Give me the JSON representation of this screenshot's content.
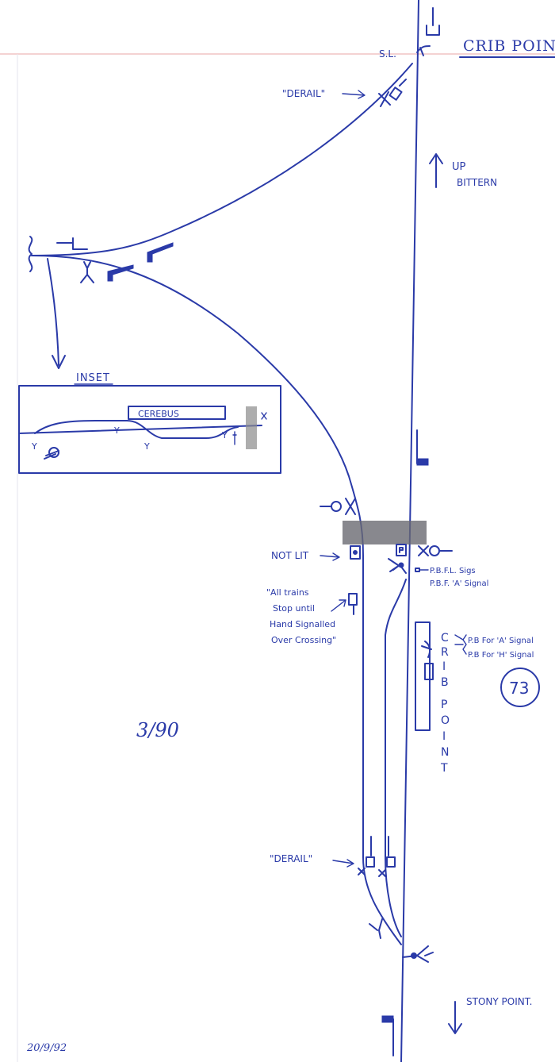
{
  "colors": {
    "ink": "#2a3aa8",
    "paper": "#ffffff",
    "rule": "#e9a4a4",
    "hatch": "#8a8a8a"
  },
  "labels": {
    "station_heading": "CRIB POIN",
    "sl": "S.L.",
    "derail_top": "\"DERAIL\"",
    "derail_bottom": "\"DERAIL\"",
    "up_direction": "UP",
    "up_destination": "BITTERN",
    "inset_title": "INSET",
    "cerebus": "CEREBUS",
    "not_lit": "NOT LIT",
    "pbfl_sigs": "P.B.F.L. Sigs",
    "pbf_a_signal": "P.B.F. 'A' Signal",
    "all_trains_1": "\"All trains",
    "all_trains_2": "Stop until",
    "all_trains_3": "Hand Signalled",
    "all_trains_4": "Over Crossing\"",
    "pb_a_signal": "P.B For 'A' Signal",
    "pb_h_signal": "P.B For 'H' Signal",
    "platform_letters": [
      "C",
      "R",
      "I",
      "B",
      "",
      "P",
      "O",
      "I",
      "N",
      "T"
    ],
    "diagram_number": "73",
    "ref": "3/90",
    "stony_point": "STONY POINT.",
    "date": "20/9/92"
  },
  "icons": [
    "signal-post-icon",
    "derail-icon",
    "arrow-up-icon",
    "arrow-down-icon",
    "points-lever-icon",
    "stop-block-icon"
  ]
}
